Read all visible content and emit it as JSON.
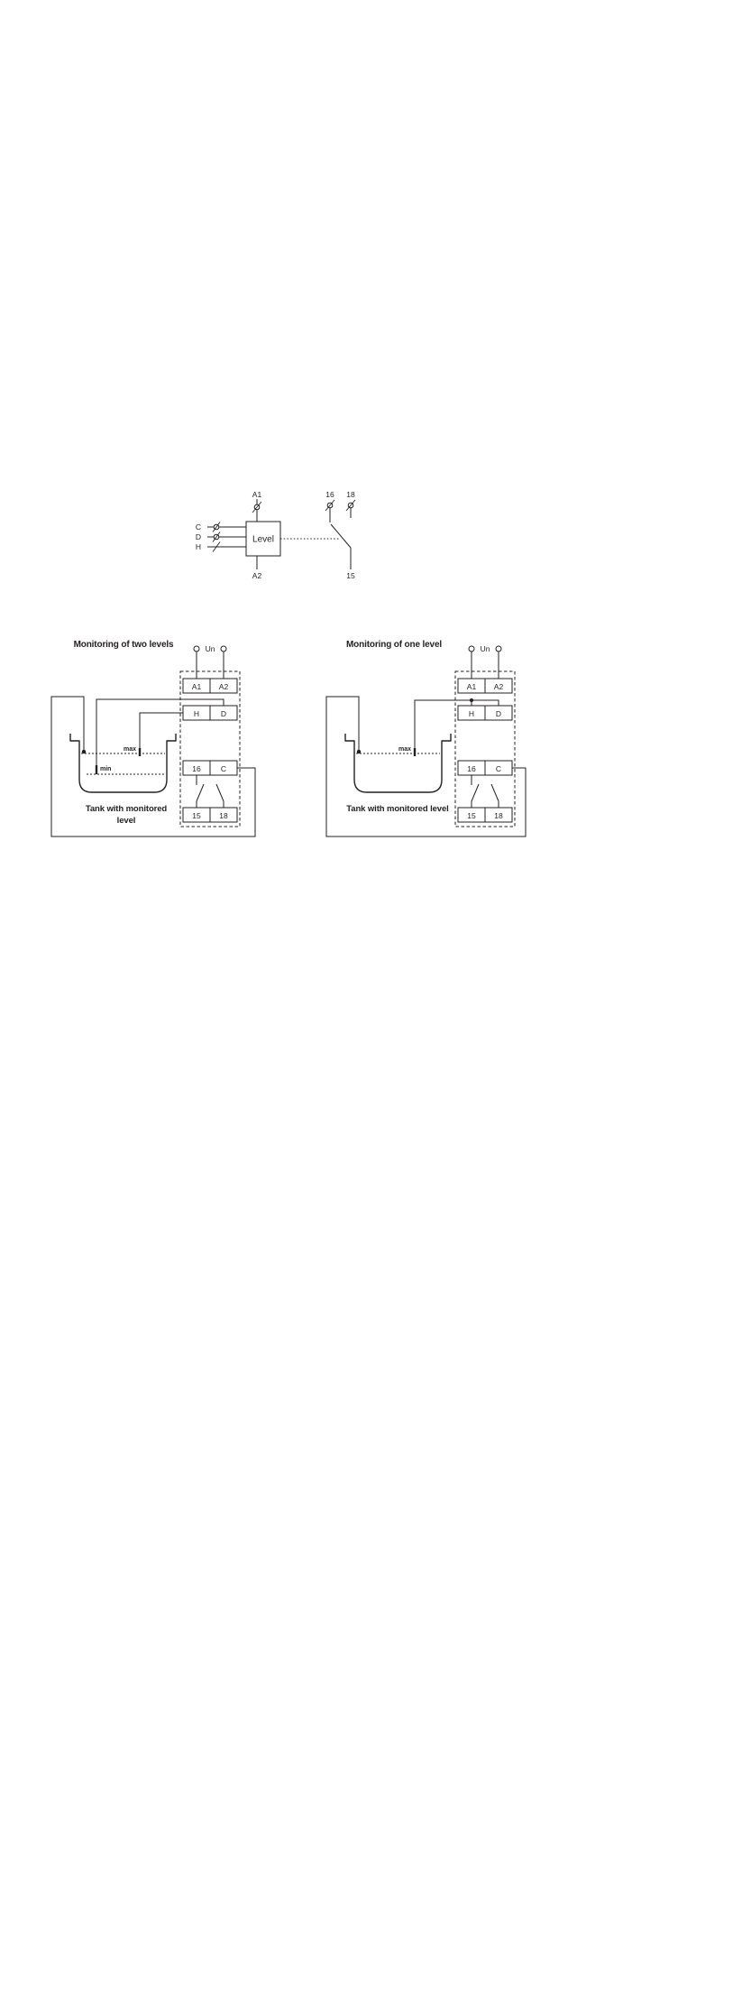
{
  "page": {
    "background_color": "#ffffff",
    "ink_color": "#231f20"
  },
  "top_schematic": {
    "device_label": "Level",
    "terminal_a1": "A1",
    "terminal_a2": "A2",
    "terminal_c": "C",
    "terminal_d": "D",
    "terminal_h": "H",
    "terminal_16": "16",
    "terminal_18": "18",
    "terminal_15": "15"
  },
  "two_level_diagram": {
    "title": "Monitoring of two levels",
    "supply_label": "Un",
    "terminal_a1": "A1",
    "terminal_a2": "A2",
    "terminal_h": "H",
    "terminal_d": "D",
    "terminal_16": "16",
    "terminal_c": "C",
    "terminal_15": "15",
    "terminal_18": "18",
    "level_max": "max",
    "level_min": "min",
    "tank_caption_line1": "Tank with monitored",
    "tank_caption_line2": "level"
  },
  "one_level_diagram": {
    "title": "Monitoring of one level",
    "supply_label": "Un",
    "terminal_a1": "A1",
    "terminal_a2": "A2",
    "terminal_h": "H",
    "terminal_d": "D",
    "terminal_16": "16",
    "terminal_c": "C",
    "terminal_15": "15",
    "terminal_18": "18",
    "level_max": "max",
    "tank_caption": "Tank with monitored level"
  }
}
